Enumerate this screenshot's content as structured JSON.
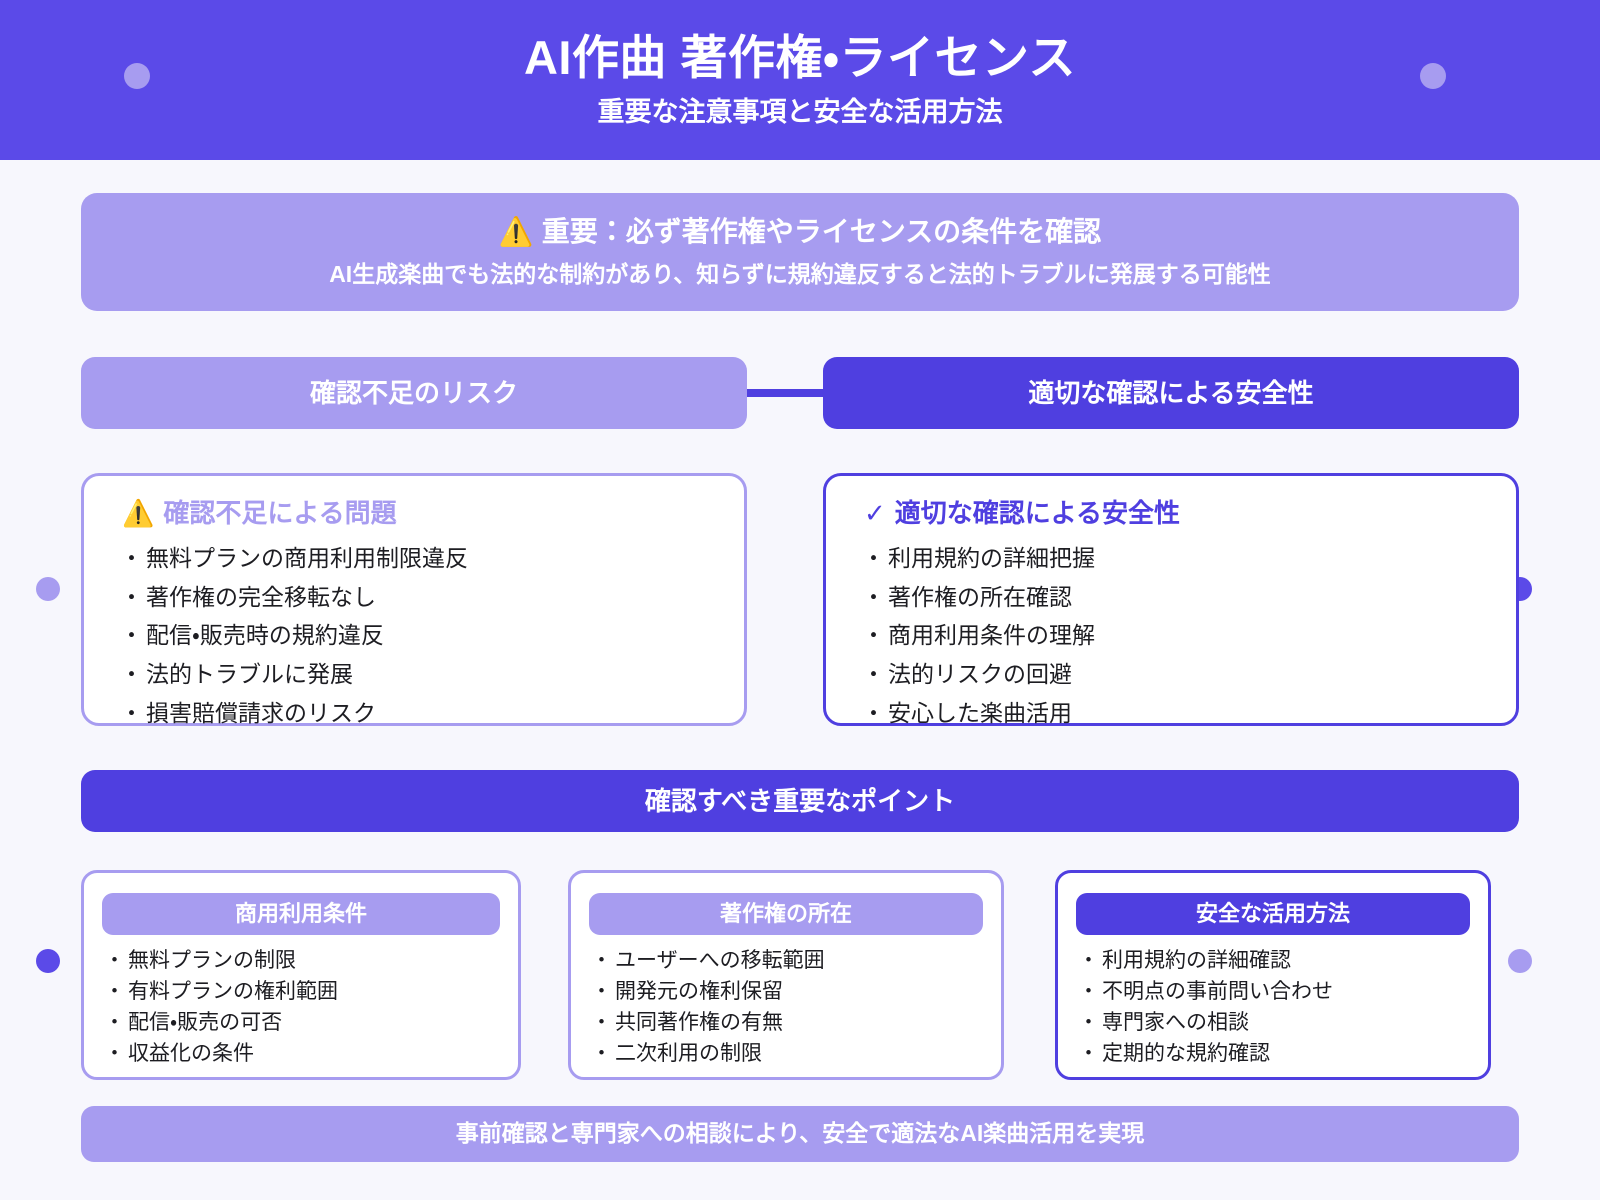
{
  "header": {
    "title": "AI作曲 著作権・ライセンス",
    "subtitle": "重要な注意事項と安全な活用方法",
    "bg_color": "#5b4ae8",
    "dot_color": "#a79cf0"
  },
  "alert_banner": {
    "icon": "warning-icon",
    "icon_glyph": "⚠️",
    "title": "重要：必ず著作権やライセンスの条件を確認",
    "subtitle": "AI生成楽曲でも法的な制約があり、知らずに規約違反すると法的トラブルに発展する可能性",
    "bg_color": "#a79cf0"
  },
  "columns": {
    "left_bar_label": "確認不足のリスク",
    "right_bar_label": "適切な確認による安全性",
    "left_bar_color": "#a79cf0",
    "right_bar_color": "#4f3fe0"
  },
  "risk_card": {
    "icon": "warning-icon",
    "icon_glyph": "⚠️",
    "heading": "確認不足による問題",
    "heading_color": "#a79cf0",
    "border_color": "#a79cf0",
    "items": [
      "無料プランの商用利用制限違反",
      "著作権の完全移転なし",
      "配信・販売時の規約違反",
      "法的トラブルに発展",
      "損害賠償請求のリスク"
    ]
  },
  "safe_card": {
    "icon": "check-icon",
    "icon_glyph": "✓",
    "heading": "適切な確認による安全性",
    "heading_color": "#4f3fe0",
    "border_color": "#4f3fe0",
    "items": [
      "利用規約の詳細把握",
      "著作権の所在確認",
      "商用利用条件の理解",
      "法的リスクの回避",
      "安心した楽曲活用"
    ]
  },
  "section_bar": {
    "label": "確認すべき重要なポイント",
    "bg_color": "#4f3fe0"
  },
  "point_cards": [
    {
      "title": "商用利用条件",
      "pill_color": "#a79cf0",
      "border_color": "#a79cf0",
      "items": [
        "無料プランの制限",
        "有料プランの権利範囲",
        "配信・販売の可否",
        "収益化の条件"
      ]
    },
    {
      "title": "著作権の所在",
      "pill_color": "#a79cf0",
      "border_color": "#a79cf0",
      "items": [
        "ユーザーへの移転範囲",
        "開発元の権利保留",
        "共同著作権の有無",
        "二次利用の制限"
      ]
    },
    {
      "title": "安全な活用方法",
      "pill_color": "#4f3fe0",
      "border_color": "#4f3fe0",
      "items": [
        "利用規約の詳細確認",
        "不明点の事前問い合わせ",
        "専門家への相談",
        "定期的な規約確認"
      ]
    }
  ],
  "footer_banner": {
    "label": "事前確認と専門家への相談により、安全で適法なAI楽曲活用を実現",
    "bg_color": "#a79cf0"
  },
  "side_dots": [
    {
      "name": "side-dot-left-upper",
      "color": "#a79cf0"
    },
    {
      "name": "side-dot-right-upper",
      "color": "#5b4ae8"
    },
    {
      "name": "side-dot-left-lower",
      "color": "#5b4ae8"
    },
    {
      "name": "side-dot-right-lower",
      "color": "#a79cf0"
    }
  ]
}
